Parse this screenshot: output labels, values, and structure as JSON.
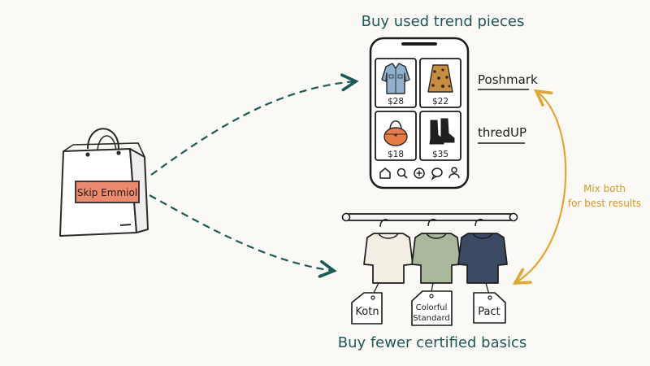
{
  "headings": {
    "top": "Buy used trend pieces",
    "bottom": "Buy fewer certified basics"
  },
  "bag": {
    "label": "Skip Emmiol"
  },
  "phone": {
    "items": [
      {
        "icon": "denim-jacket-icon",
        "price": "$28"
      },
      {
        "icon": "leopard-skirt-icon",
        "price": "$22"
      },
      {
        "icon": "orange-handbag-icon",
        "price": "$18"
      },
      {
        "icon": "black-boots-icon",
        "price": "$35"
      }
    ],
    "nav_icons": [
      "home-icon",
      "search-icon",
      "add-icon",
      "chat-icon",
      "profile-icon"
    ]
  },
  "brands": {
    "resale": [
      "Poshmark",
      "thredUP"
    ]
  },
  "tags": {
    "kotn": "Kotn",
    "colorful_line1": "Colorful",
    "colorful_line2": "Standard",
    "pact": "Pact"
  },
  "mix_note": {
    "line1": "Mix both",
    "line2": "for best results"
  },
  "colors": {
    "teal": "#1e5a55",
    "gold": "#e0a82e",
    "bag_label": "#ec8a6b",
    "tee_cream": "#f3efe4",
    "tee_sage": "#a9b79c",
    "tee_navy": "#3b4a62",
    "handbag": "#e87b45",
    "denim": "#8fb0cf",
    "leopard": "#c98d3e"
  }
}
